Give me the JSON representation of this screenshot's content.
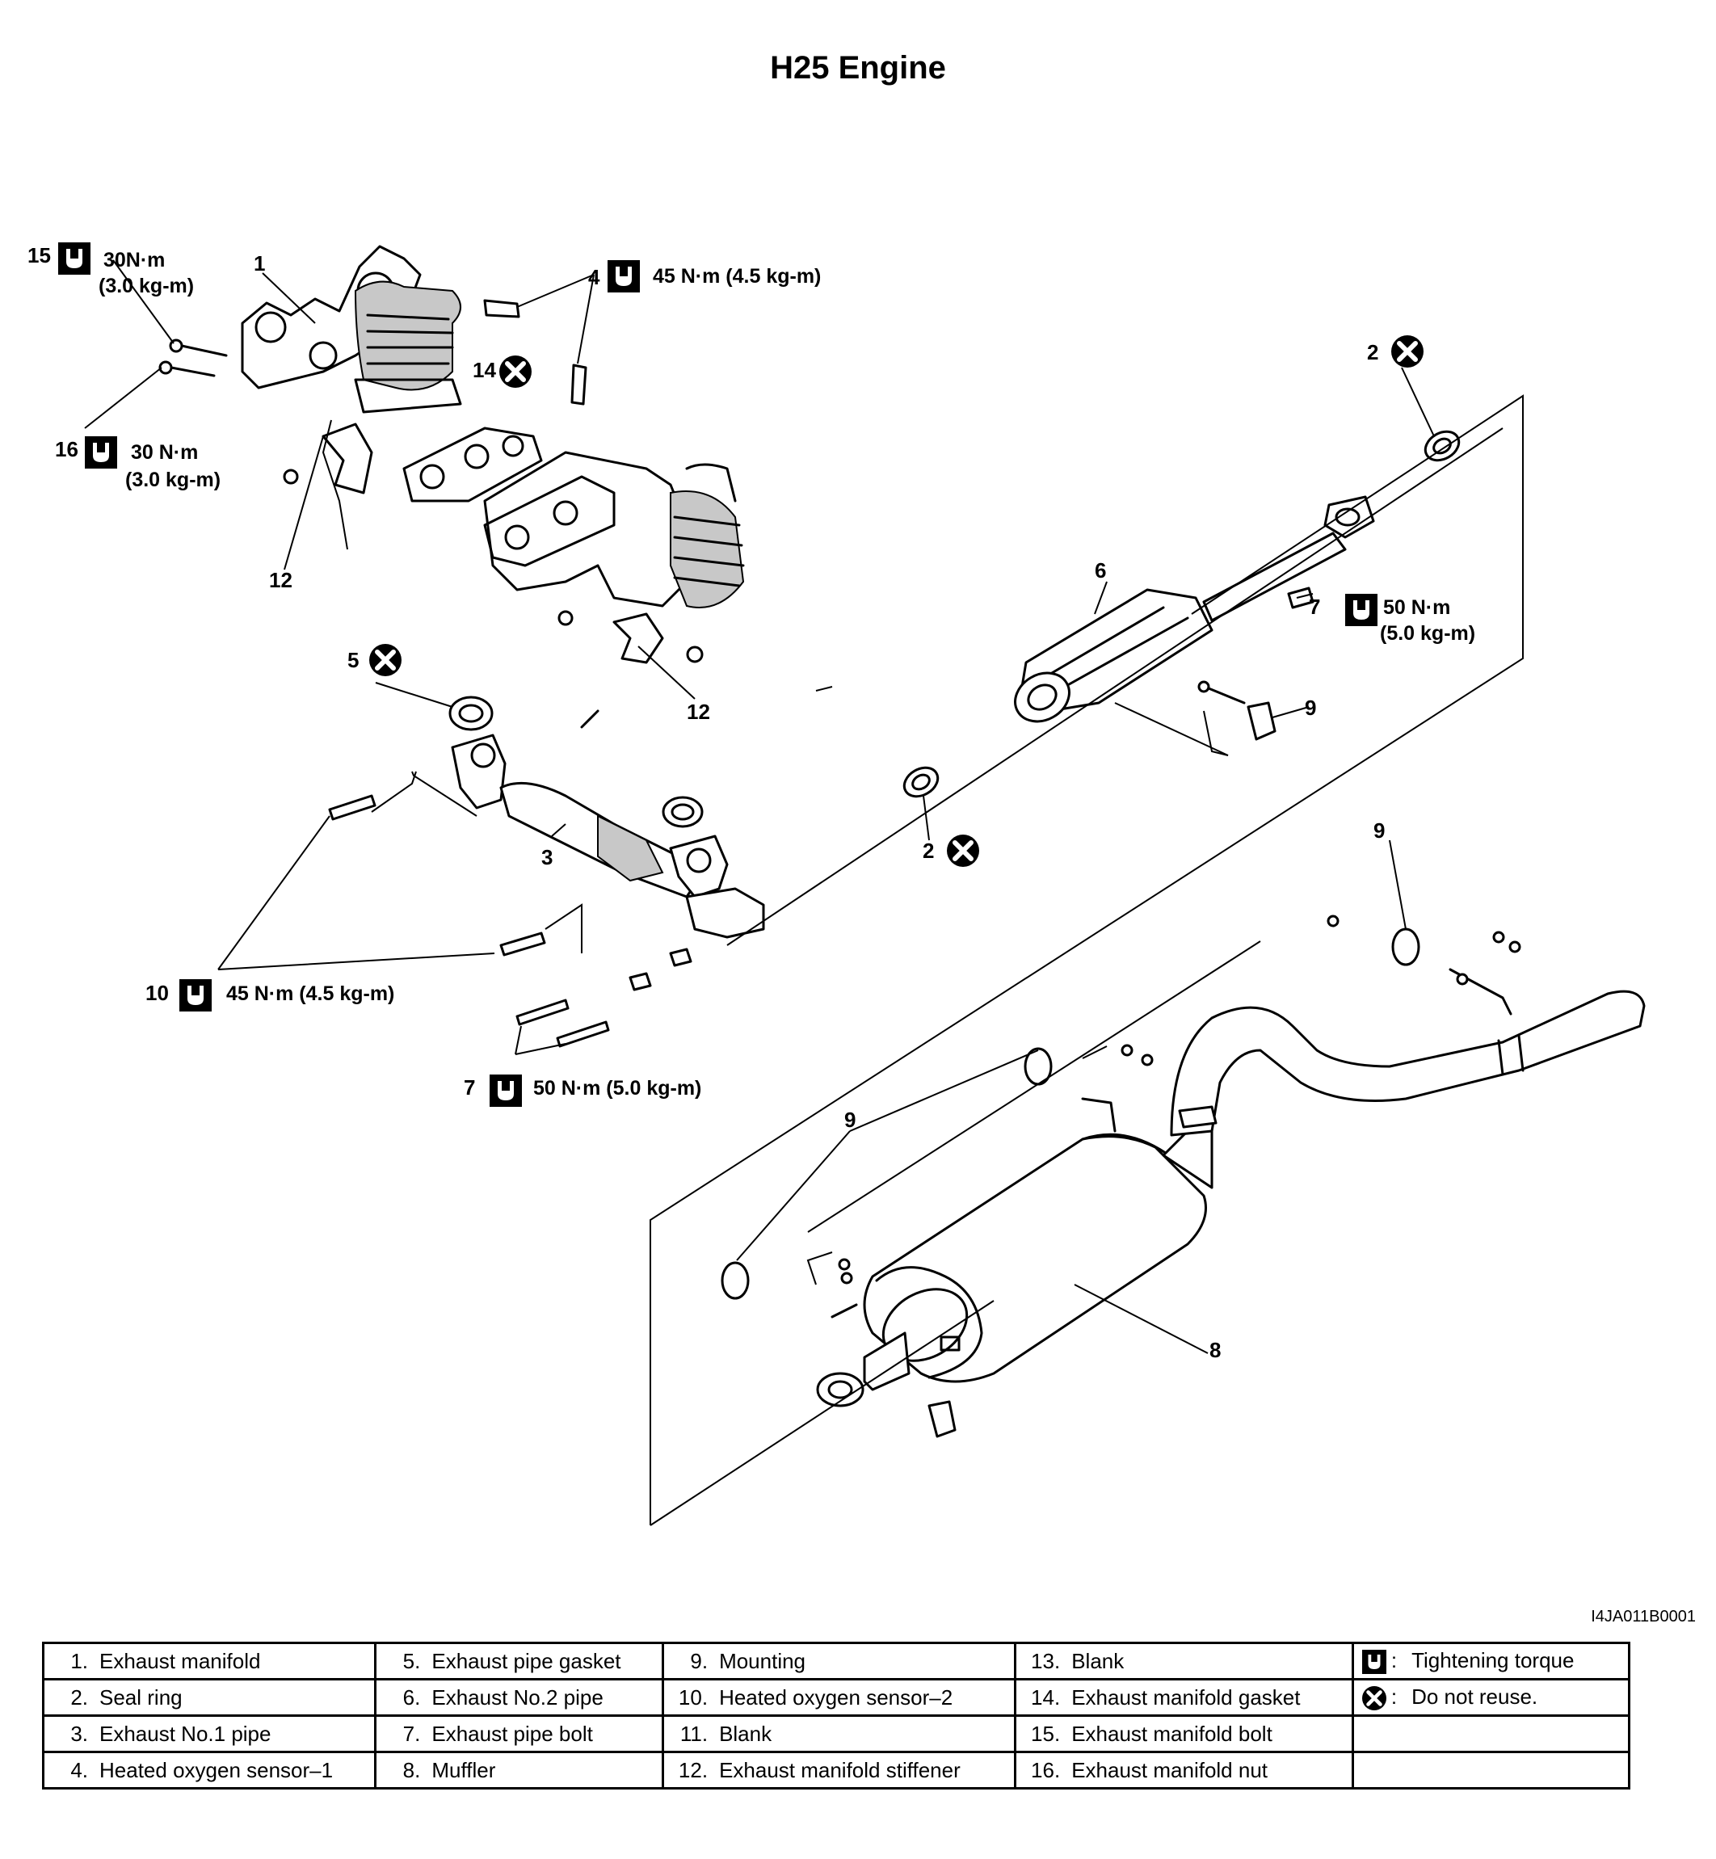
{
  "title": "H25 Engine",
  "figure_code": "I4JA011B0001",
  "callouts": {
    "c1": "1",
    "c2a": "2",
    "c2b": "2",
    "c3": "3",
    "c4": "4",
    "c5": "5",
    "c6": "6",
    "c7a": "7",
    "c7b": "7",
    "c8": "8",
    "c9a": "9",
    "c9b": "9",
    "c9c": "9",
    "c10": "10",
    "c12a": "12",
    "c12b": "12",
    "c14": "14",
    "c15": "15",
    "c16": "16"
  },
  "torques": {
    "t15_a": "30N·m",
    "t15_b": "(3.0 kg-m)",
    "t4": "45 N·m (4.5 kg-m)",
    "t16_a": "30 N·m",
    "t16_b": "(3.0 kg-m)",
    "t7r_a": "50 N·m",
    "t7r_b": "(5.0 kg-m)",
    "t10": "45 N·m (4.5 kg-m)",
    "t7l": "50 N·m (5.0 kg-m)"
  },
  "legend": {
    "rows": [
      [
        {
          "num": "1.",
          "label": "Exhaust manifold"
        },
        {
          "num": "5.",
          "label": "Exhaust pipe gasket"
        },
        {
          "num": "9.",
          "label": "Mounting"
        },
        {
          "num": "13.",
          "label": "Blank"
        },
        {
          "sym": "wrench",
          "num": ":",
          "label": "Tightening torque"
        }
      ],
      [
        {
          "num": "2.",
          "label": "Seal ring"
        },
        {
          "num": "6.",
          "label": "Exhaust No.2 pipe"
        },
        {
          "num": "10.",
          "label": "Heated oxygen sensor–2"
        },
        {
          "num": "14.",
          "label": "Exhaust manifold gasket"
        },
        {
          "sym": "cross",
          "num": ":",
          "label": "Do not reuse."
        }
      ],
      [
        {
          "num": "3.",
          "label": "Exhaust No.1 pipe"
        },
        {
          "num": "7.",
          "label": "Exhaust pipe bolt"
        },
        {
          "num": "11.",
          "label": "Blank"
        },
        {
          "num": "15.",
          "label": "Exhaust manifold bolt"
        },
        {
          "num": "",
          "label": ""
        }
      ],
      [
        {
          "num": "4.",
          "label": "Heated oxygen sensor–1"
        },
        {
          "num": "8.",
          "label": "Muffler"
        },
        {
          "num": "12.",
          "label": "Exhaust manifold stiffener"
        },
        {
          "num": "16.",
          "label": "Exhaust manifold nut"
        },
        {
          "num": "",
          "label": ""
        }
      ]
    ]
  }
}
